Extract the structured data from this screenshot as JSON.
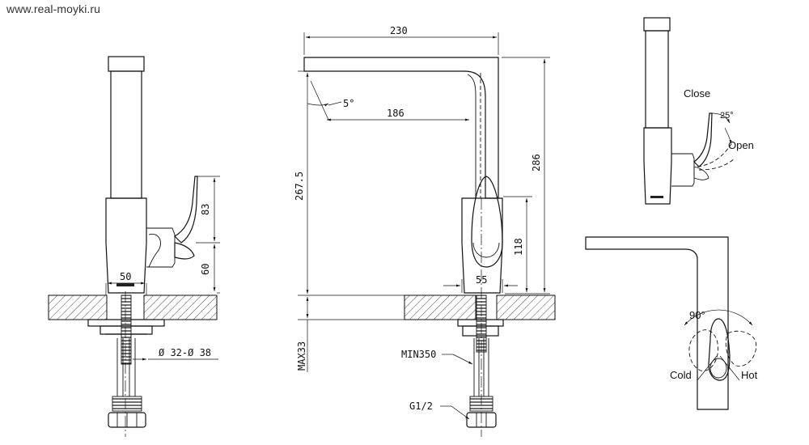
{
  "watermark": "www.real-moyki.ru",
  "dimensions": {
    "width_50": "50",
    "height_83": "83",
    "height_60": "60",
    "diameter": "Ø 32-Ø 38",
    "width_230": "230",
    "angle_5": "5°",
    "reach_186": "186",
    "height_286": "286",
    "height_267": "267.5",
    "height_118": "118",
    "width_55": "55",
    "max_33": "MAX33",
    "min_350": "MIN350",
    "thread": "G1/2"
  },
  "labels": {
    "close": "Close",
    "open": "Open",
    "angle_25": "25°",
    "angle_90": "90°",
    "cold": "Cold",
    "hot": "Hot"
  }
}
